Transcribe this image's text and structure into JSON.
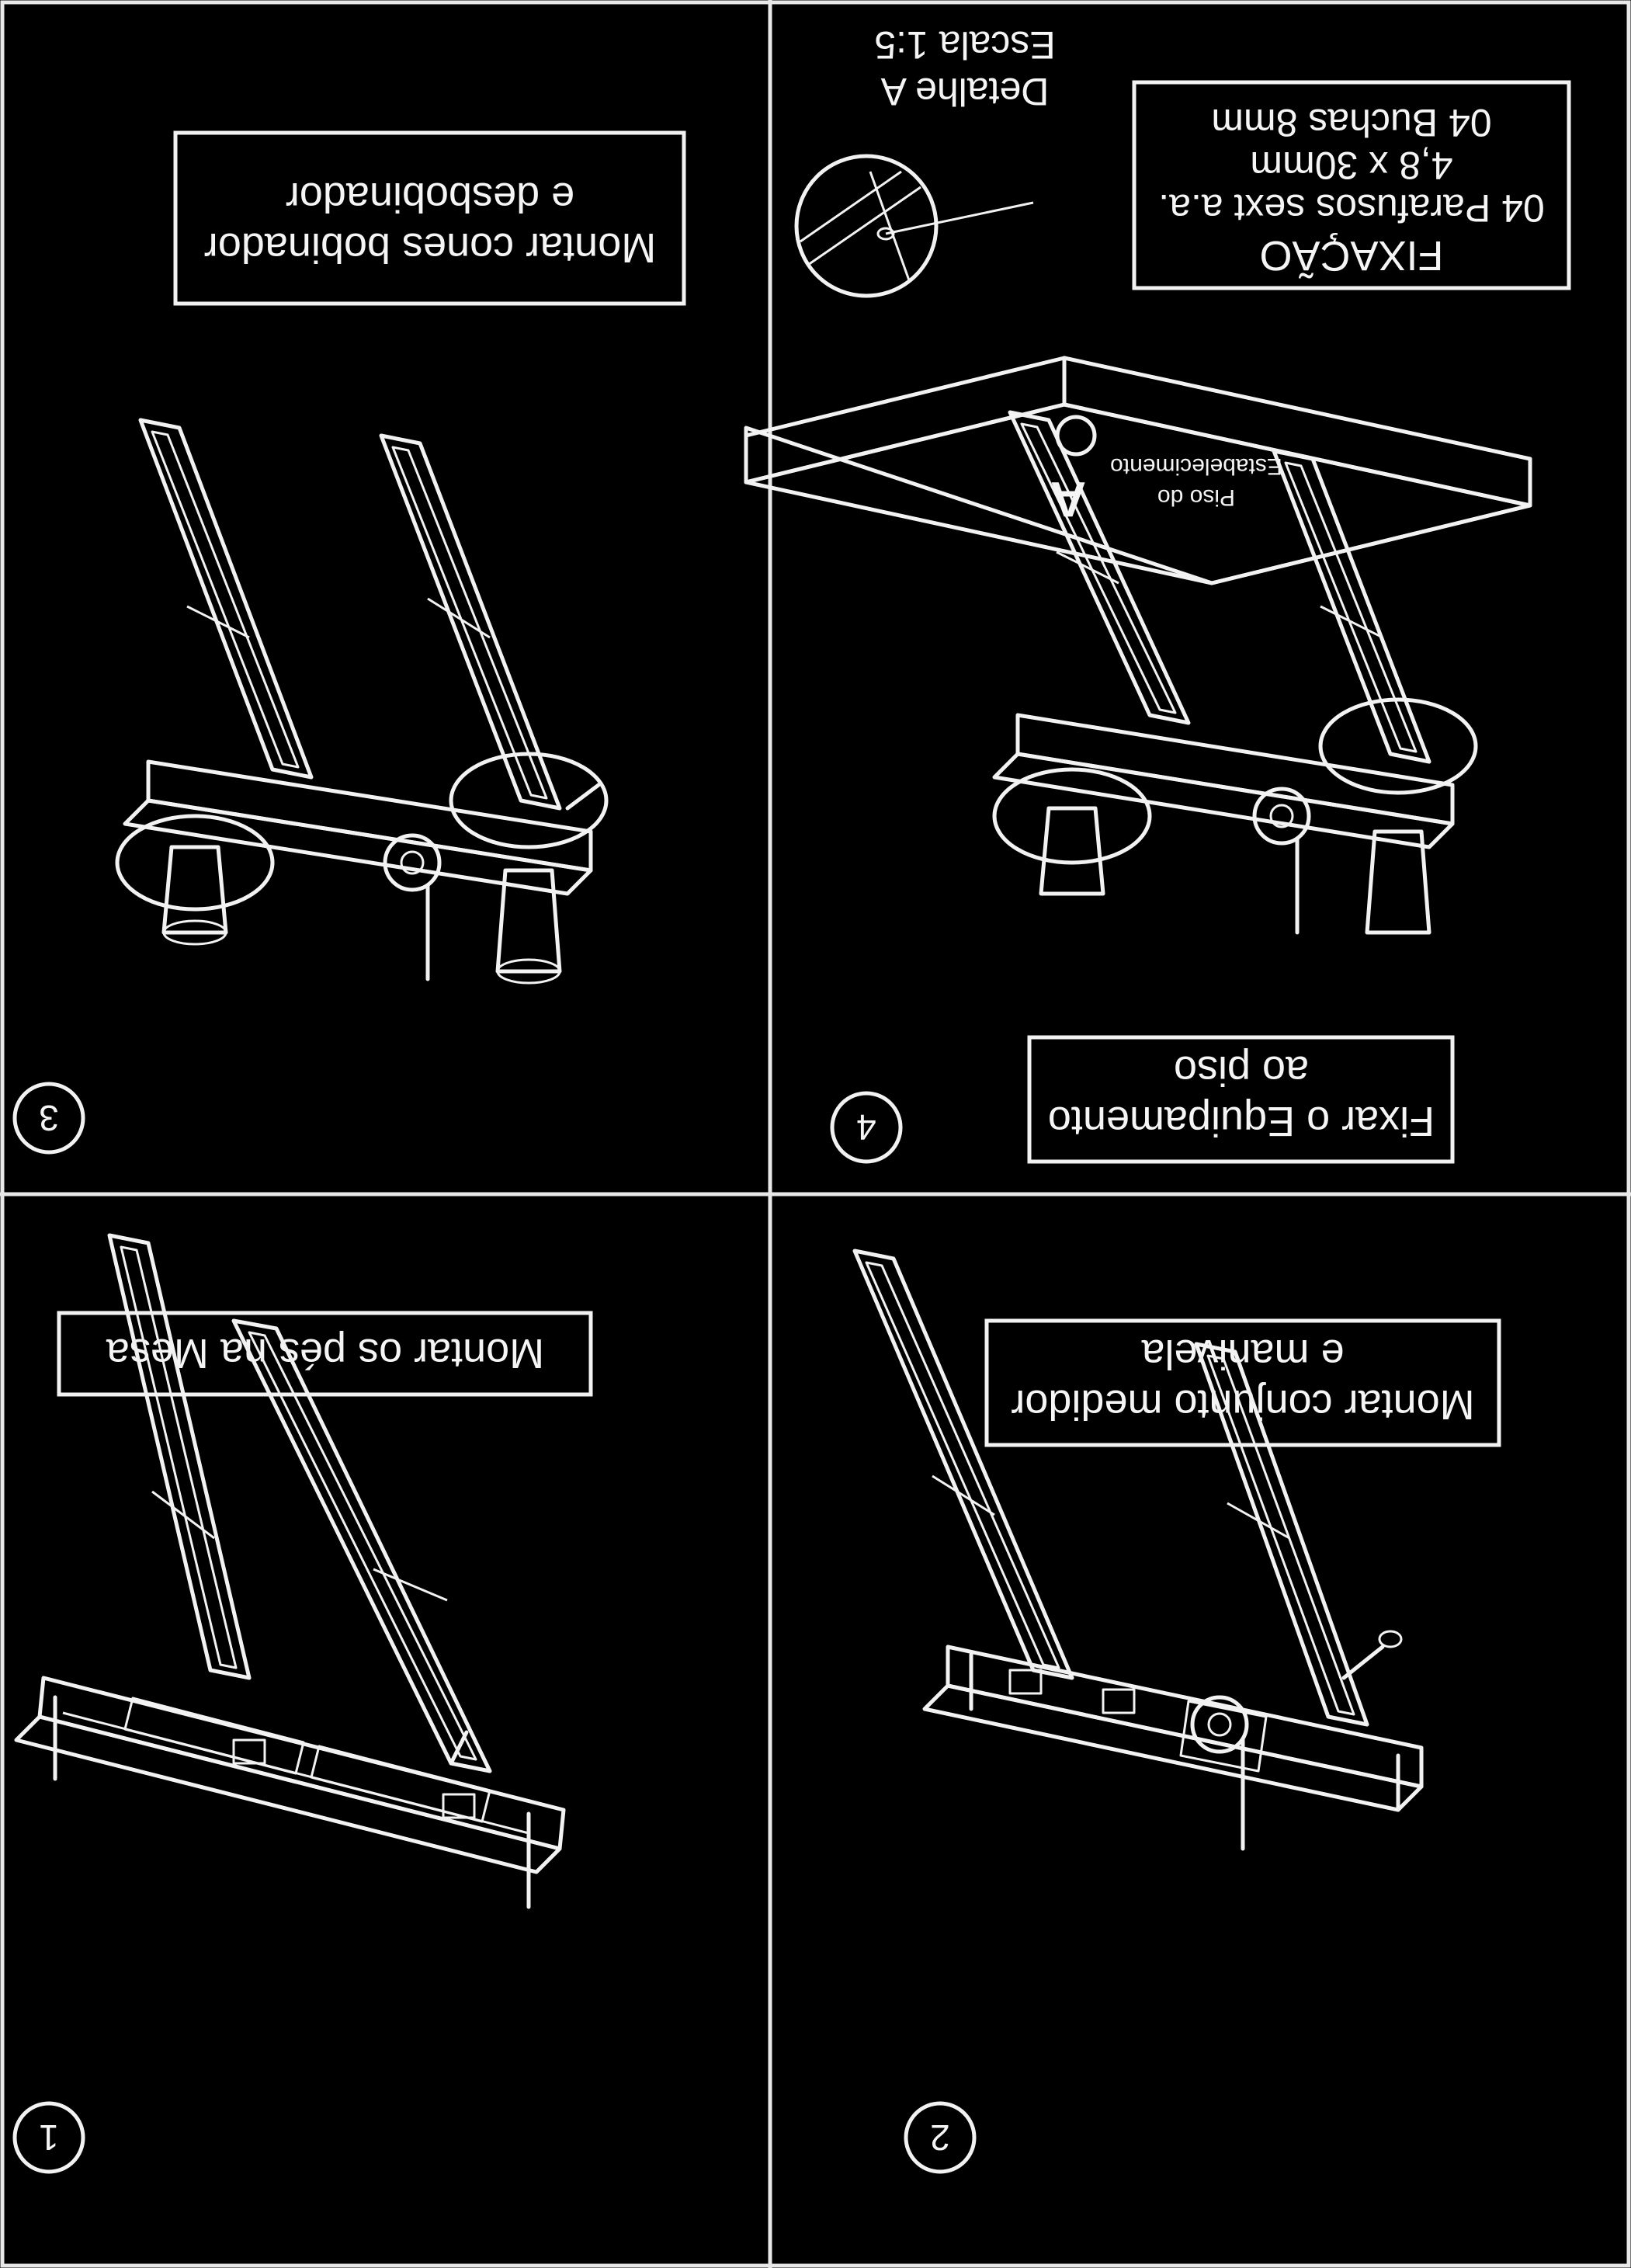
{
  "diagram": {
    "panels": [
      {
        "step": "1",
        "instruction_lines": [
          "Montar os pés na Mesa"
        ]
      },
      {
        "step": "2",
        "instruction_lines": [
          "Montar conjunto medidor",
          "e manivela"
        ]
      },
      {
        "step": "3",
        "instruction_lines": [
          "Montar cones bobinador",
          "e desbobinador"
        ]
      },
      {
        "step": "4",
        "instruction_lines": [
          "Fixar o Equipamento",
          "ao piso"
        ]
      }
    ],
    "fixation": {
      "title": "FIXAÇÃO",
      "lines": [
        "04 Parafusos sext a.a.",
        "4,8 x 30mm",
        "04 Buchas 8mm"
      ]
    },
    "detail": {
      "title": "Detalhe A",
      "scale": "Escala 1:5",
      "marker": "A"
    },
    "floor_label_lines": [
      "Piso do",
      "Estabelecimento"
    ]
  }
}
